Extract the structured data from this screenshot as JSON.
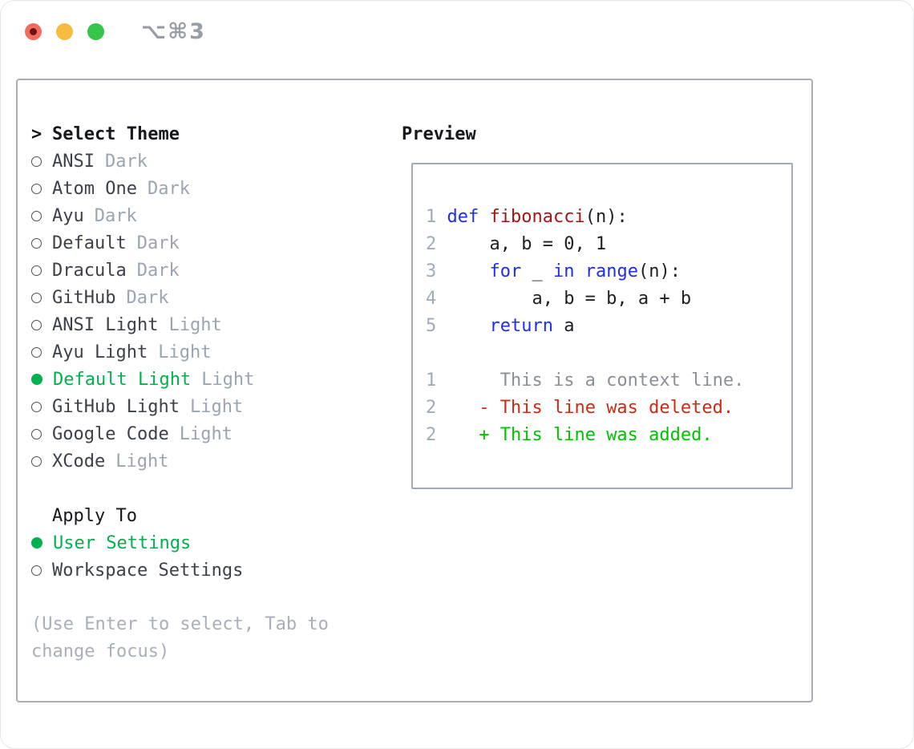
{
  "window": {
    "title": "⌥⌘3",
    "traffic_lights": [
      "close",
      "minimize",
      "zoom"
    ]
  },
  "theme_select": {
    "cursor": ">",
    "heading": "Select Theme",
    "items": [
      {
        "name": "ANSI",
        "variant": "Dark",
        "selected": false
      },
      {
        "name": "Atom One",
        "variant": "Dark",
        "selected": false
      },
      {
        "name": "Ayu",
        "variant": "Dark",
        "selected": false
      },
      {
        "name": "Default",
        "variant": "Dark",
        "selected": false
      },
      {
        "name": "Dracula",
        "variant": "Dark",
        "selected": false
      },
      {
        "name": "GitHub",
        "variant": "Dark",
        "selected": false
      },
      {
        "name": "ANSI Light",
        "variant": "Light",
        "selected": false
      },
      {
        "name": "Ayu Light",
        "variant": "Light",
        "selected": false
      },
      {
        "name": "Default Light",
        "variant": "Light",
        "selected": true
      },
      {
        "name": "GitHub Light",
        "variant": "Light",
        "selected": false
      },
      {
        "name": "Google Code",
        "variant": "Light",
        "selected": false
      },
      {
        "name": "XCode",
        "variant": "Light",
        "selected": false
      }
    ]
  },
  "apply_to": {
    "heading": "Apply To",
    "items": [
      {
        "label": "User Settings",
        "selected": true
      },
      {
        "label": "Workspace Settings",
        "selected": false
      }
    ]
  },
  "help_lines": [
    "(Use Enter to select, Tab to",
    "change focus)"
  ],
  "preview": {
    "heading": "Preview",
    "code_lines": [
      {
        "num": "1",
        "segs": [
          [
            "def ",
            "kw"
          ],
          [
            "fibonacci",
            "fn"
          ],
          [
            "(n):",
            "plain"
          ]
        ]
      },
      {
        "num": "2",
        "segs": [
          [
            "    a, b = 0, 1",
            "plain"
          ]
        ]
      },
      {
        "num": "3",
        "segs": [
          [
            "    ",
            "plain"
          ],
          [
            "for",
            "kw"
          ],
          [
            " _ ",
            "plain"
          ],
          [
            "in",
            "kw"
          ],
          [
            " ",
            "plain"
          ],
          [
            "range",
            "kw"
          ],
          [
            "(n):",
            "plain"
          ]
        ]
      },
      {
        "num": "4",
        "segs": [
          [
            "        a, b = b, a + b",
            "plain"
          ]
        ]
      },
      {
        "num": "5",
        "segs": [
          [
            "    ",
            "plain"
          ],
          [
            "return",
            "kw"
          ],
          [
            " a",
            "plain"
          ]
        ]
      }
    ],
    "diff_lines": [
      {
        "num": "1",
        "segs": [
          [
            "     This is a context line.",
            "ctx"
          ]
        ]
      },
      {
        "num": "2",
        "segs": [
          [
            "   ",
            "plain"
          ],
          [
            "- This line was deleted.",
            "del"
          ]
        ]
      },
      {
        "num": "2",
        "segs": [
          [
            "   ",
            "plain"
          ],
          [
            "+ This line was added.",
            "add"
          ]
        ]
      }
    ]
  },
  "colors": {
    "panel_border": "#a8afb8",
    "box_border": "#a3aab3",
    "heading_text": "#15181c",
    "item_text": "#3a414a",
    "variant_text": "#9aa5b2",
    "selected_green": "#00b14d",
    "radio_ring": "#474f58",
    "help_text": "#a7afb9",
    "lineno": "#9fabbb",
    "keyword_blue": "#1d2ef0",
    "function_red": "#a31515",
    "code_text": "#1c2025",
    "context_gray": "#8a9097",
    "deleted_red": "#cb2b15",
    "added_green": "#00c300",
    "title_gray": "#989ea6",
    "light_red": "#f26b5e",
    "light_red_dot": "#6d120c",
    "light_yellow": "#f6bb40",
    "light_green": "#35c54b"
  }
}
